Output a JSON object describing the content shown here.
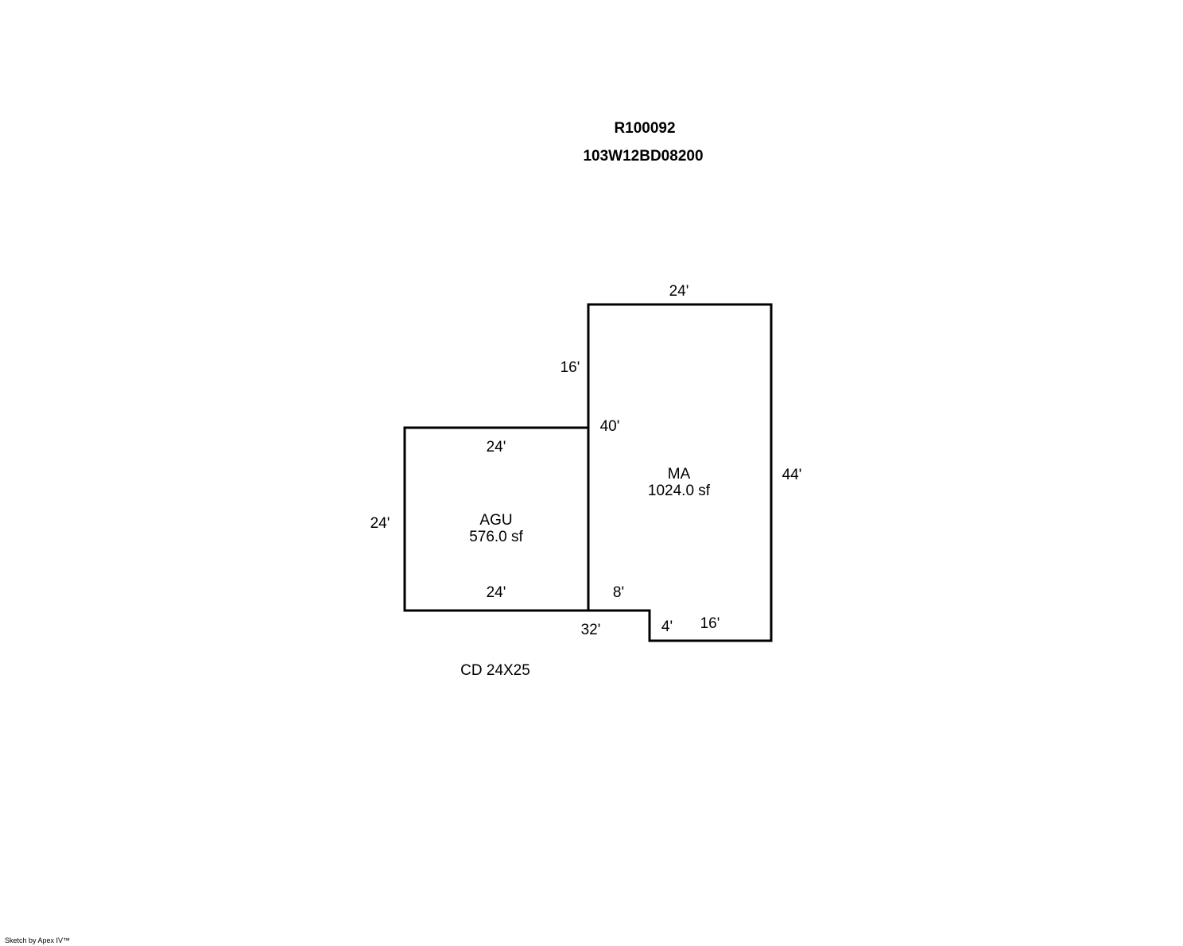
{
  "header": {
    "record_id": "R100092",
    "parcel_number": "103W12BD08200"
  },
  "areas": {
    "main": {
      "code": "MA",
      "area": "1024.0 sf"
    },
    "garage": {
      "code": "AGU",
      "area": "576.0 sf"
    }
  },
  "dimensions": {
    "ma_top": "24'",
    "ma_left_upper": "16'",
    "ma_left_full": "40'",
    "ma_right": "44'",
    "ma_step_horizontal": "8'",
    "ma_step_vertical": "4'",
    "ma_bottom": "16'",
    "combined_bottom": "32'",
    "agu_top": "24'",
    "agu_left": "24'",
    "agu_bottom": "24'"
  },
  "notes": {
    "deck": "CD 24X25"
  },
  "footer": {
    "credit": "Sketch by Apex IV™"
  },
  "colors": {
    "line": "#000000",
    "background": "#ffffff"
  }
}
